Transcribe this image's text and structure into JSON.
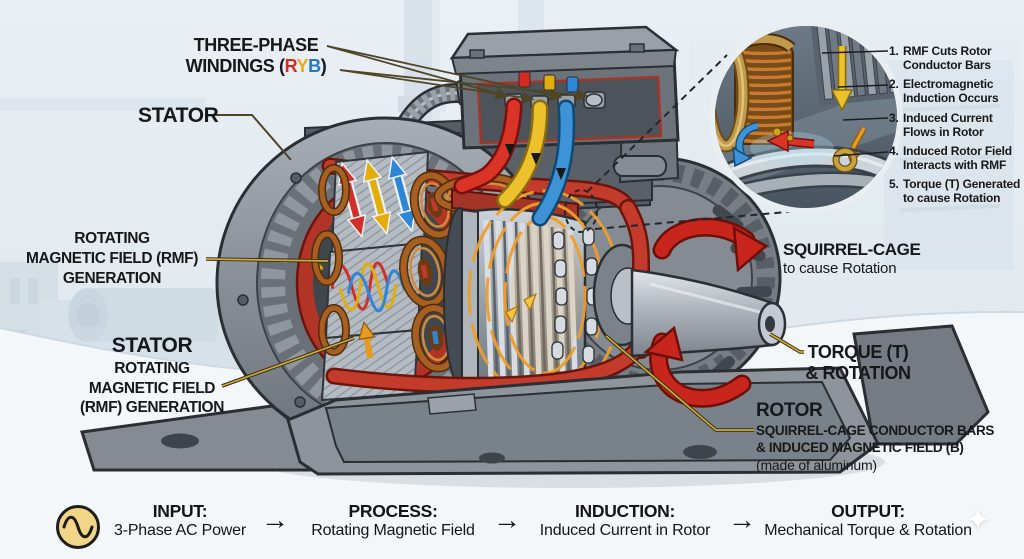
{
  "callouts": {
    "three_phase": {
      "line1": "THREE-PHASE",
      "win_pre": "WINDINGS (",
      "r": "R",
      "y": "Y",
      "b": "B",
      "win_post": ")"
    },
    "stator": {
      "label": "STATOR"
    },
    "rmf_gen": {
      "line1": "ROTATING",
      "line2": "MAGNETIC FIELD (RMF)",
      "line3": "GENERATION"
    },
    "stator_rmf": {
      "line1": "STATOR",
      "line2": "ROTATING",
      "line3": "MAGNETIC FIELD",
      "line4": "(RMF) GENERATION"
    },
    "squirrel_cage": {
      "line1": "SQUIRREL-CAGE",
      "line2": "to cause Rotation"
    },
    "torque": {
      "line1": "TORQUE (T)",
      "line2": "& ROTATION"
    },
    "rotor": {
      "line1": "ROTOR",
      "line2": "SQUIRREL-CAGE CONDUCTOR BARS",
      "line3": "& INDUCED MAGNETIC FIELD (B)",
      "line4": "(made of aluminum)"
    }
  },
  "inset": {
    "steps": [
      {
        "num": "1.",
        "text": "RMF Cuts Rotor Conductor Bars"
      },
      {
        "num": "2.",
        "text": "Electromagnetic Induction Occurs"
      },
      {
        "num": "3.",
        "text": "Induced Current Flows in Rotor"
      },
      {
        "num": "4.",
        "text": "Induced Rotor Field Interacts with RMF"
      },
      {
        "num": "5.",
        "text": "Torque (T) Generated to cause Rotation"
      }
    ]
  },
  "flow": {
    "steps": [
      {
        "title": "INPUT:",
        "desc": "3-Phase AC Power"
      },
      {
        "title": "PROCESS:",
        "desc": "Rotating Magnetic Field"
      },
      {
        "title": "INDUCTION:",
        "desc": "Induced Current in Rotor"
      },
      {
        "title": "OUTPUT:",
        "desc": "Mechanical Torque & Rotation"
      }
    ]
  },
  "icons": {
    "ac_power": "sine-wave-circle-icon",
    "flow_arrow": "→",
    "sparkle": "✦"
  },
  "colors": {
    "phase_r": "#d42a22",
    "phase_y": "#e3ae0c",
    "phase_b": "#2379c8",
    "frame_red": "#c23b2b",
    "copper": "#b06a28",
    "leader_yellow": "#cfa93d",
    "flux_orange": "#f09d2a"
  }
}
